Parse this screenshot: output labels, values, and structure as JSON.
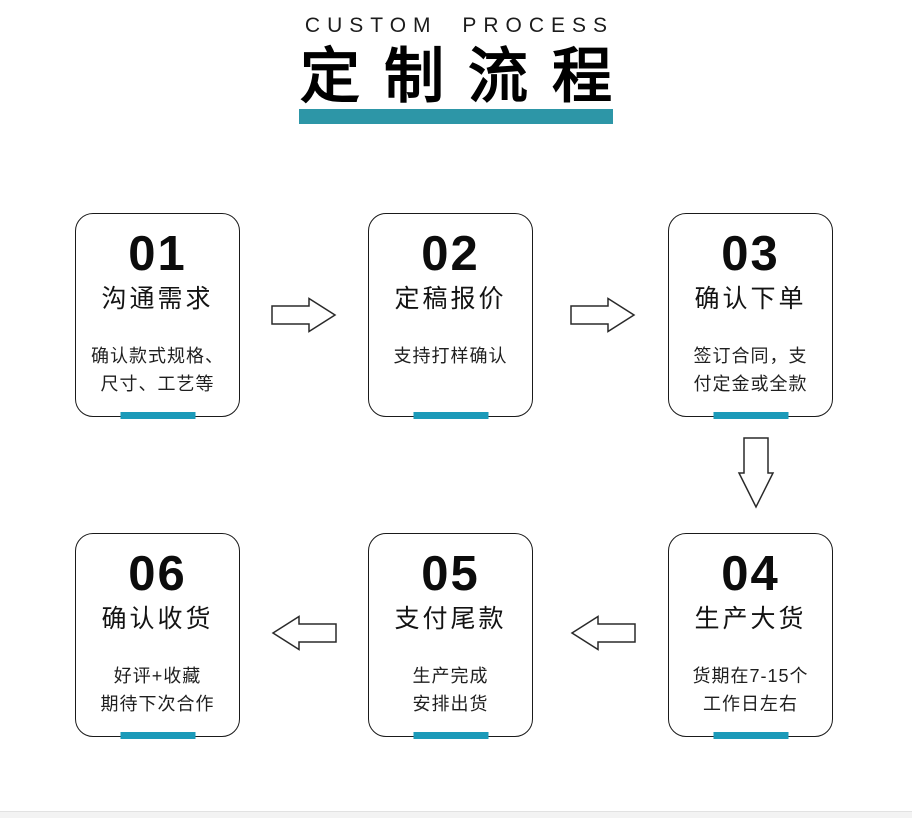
{
  "header": {
    "subtitle": "CUSTOM PROCESS",
    "title": "定制流程"
  },
  "colors": {
    "title_highlight": "#2d96a7",
    "card_underline": "#1b9ab9",
    "footer_strip": "#f3f3f3"
  },
  "steps": [
    {
      "number": "01",
      "title": "沟通需求",
      "desc": "确认款式规格、\n尺寸、工艺等"
    },
    {
      "number": "02",
      "title": "定稿报价",
      "desc": "支持打样确认"
    },
    {
      "number": "03",
      "title": "确认下单",
      "desc": "签订合同，支\n付定金或全款"
    },
    {
      "number": "04",
      "title": "生产大货",
      "desc": "货期在7-15个\n工作日左右"
    },
    {
      "number": "05",
      "title": "支付尾款",
      "desc": "生产完成\n安排出货"
    },
    {
      "number": "06",
      "title": "确认收货",
      "desc": "好评+收藏\n期待下次合作"
    }
  ],
  "flow": {
    "arrows": [
      "right",
      "right",
      "down",
      "left",
      "left"
    ]
  }
}
